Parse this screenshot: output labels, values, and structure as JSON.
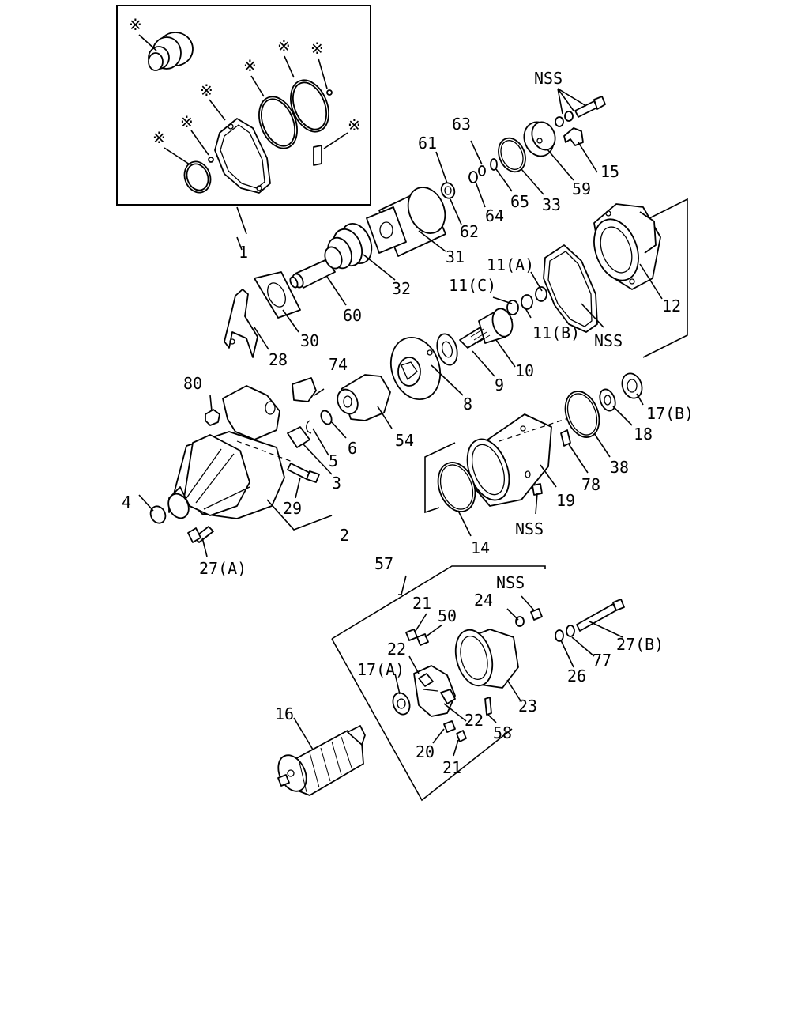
{
  "diagram": {
    "kit_mark": "※",
    "labels": {
      "p1": "1",
      "p2": "2",
      "p3": "3",
      "p4": "4",
      "p5": "5",
      "p6": "6",
      "p8": "8",
      "p9": "9",
      "p10": "10",
      "p11a": "11(A)",
      "p11b": "11(B)",
      "p11c": "11(C)",
      "p12": "12",
      "p14": "14",
      "p15": "15",
      "p16": "16",
      "p17a": "17(A)",
      "p17b": "17(B)",
      "p18": "18",
      "p19": "19",
      "p20": "20",
      "p21a": "21",
      "p21b": "21",
      "p22a": "22",
      "p22b": "22",
      "p23": "23",
      "p24": "24",
      "p26": "26",
      "p27a": "27(A)",
      "p27b": "27(B)",
      "p28": "28",
      "p29": "29",
      "p30": "30",
      "p31": "31",
      "p32": "32",
      "p33": "33",
      "p38": "38",
      "p50": "50",
      "p54": "54",
      "p57": "57",
      "p58": "58",
      "p59": "59",
      "p60": "60",
      "p61": "61",
      "p62": "62",
      "p63": "63",
      "p64": "64",
      "p65": "65",
      "p74": "74",
      "p77": "77",
      "p78": "78",
      "p80": "80",
      "nss_top": "NSS",
      "nss_mid": "NSS",
      "nss_19": "NSS",
      "nss_24": "NSS"
    }
  }
}
